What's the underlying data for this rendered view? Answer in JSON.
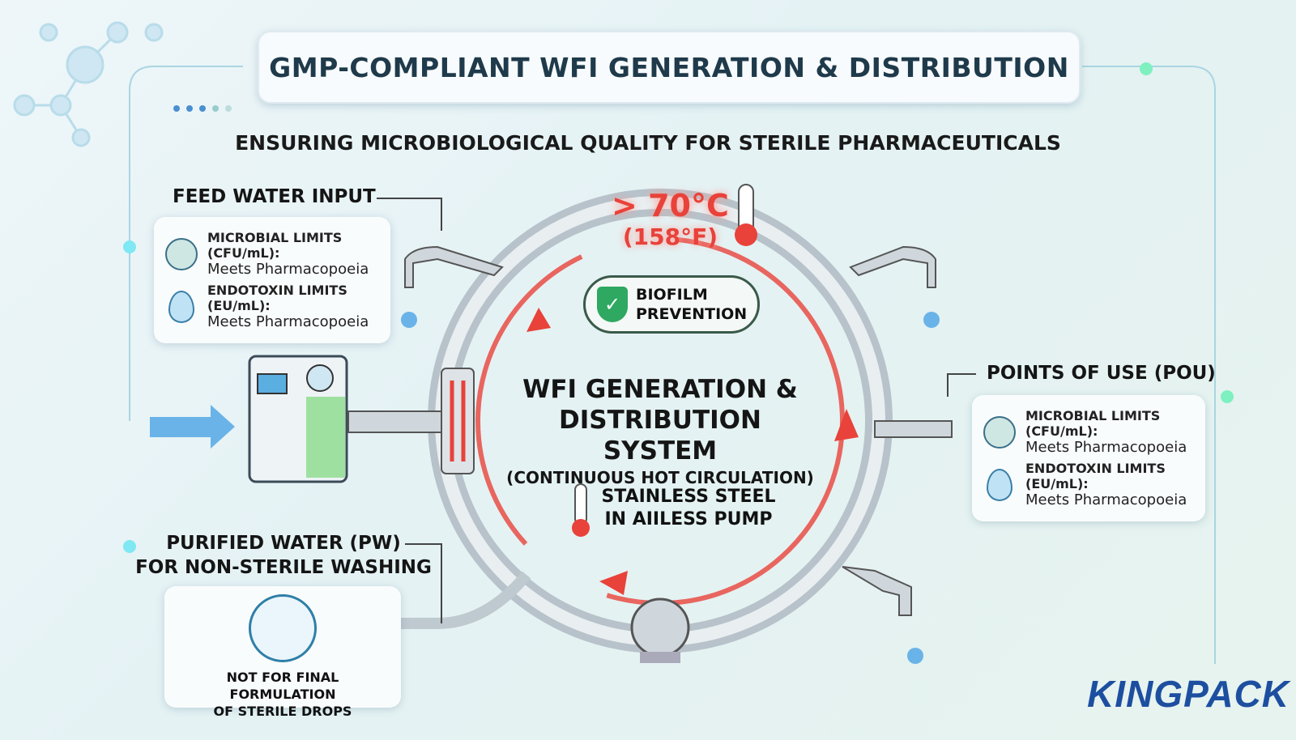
{
  "title": "GMP-COMPLIANT WFI GENERATION & DISTRIBUTION",
  "subtitle": "ENSURING MICROBIOLOGICAL QUALITY FOR STERILE PHARMACEUTICALS",
  "feed": {
    "label": "FEED WATER INPUT",
    "microbial_label": "MICROBIAL LIMITS (CFU/mL):",
    "microbial_value": "Meets Pharmacopoeia",
    "endotoxin_label": "ENDOTOXIN LIMITS (EU/mL):",
    "endotoxin_value": "Meets Pharmacopoeia"
  },
  "temperature": {
    "c": "> 70°C",
    "f": "(158°F)"
  },
  "biofilm": {
    "line1": "BIOFILM",
    "line2": "PREVENTION"
  },
  "center": {
    "line1": "WFI GENERATION &",
    "line2": "DISTRIBUTION SYSTEM",
    "line3": "(CONTINUOUS HOT CIRCULATION)",
    "steel1": "STAINLESS STEEL",
    "steel2": "IN AIILESS PUMP"
  },
  "pou": {
    "label": "POINTS OF USE (POU)",
    "microbial_label": "MICROBIAL LIMITS (CFU/mL):",
    "microbial_value": "Meets Pharmacopoeia",
    "endotoxin_label": "ENDOTOXIN LIMITS (EU/mL):",
    "endotoxin_value": "Meets Pharmacopoeia"
  },
  "pw": {
    "line1": "PURIFIED WATER (PW)",
    "line2": "FOR NON-STERILE WASHING",
    "note1": "NOT FOR FINAL FORMULATION",
    "note2": "OF STERILE DROPS"
  },
  "logo": "KINGPACK",
  "colors": {
    "hot": "#e8423a",
    "water": "#5aaee0",
    "title": "#1f3a4a",
    "logo": "#1d4fa0"
  }
}
